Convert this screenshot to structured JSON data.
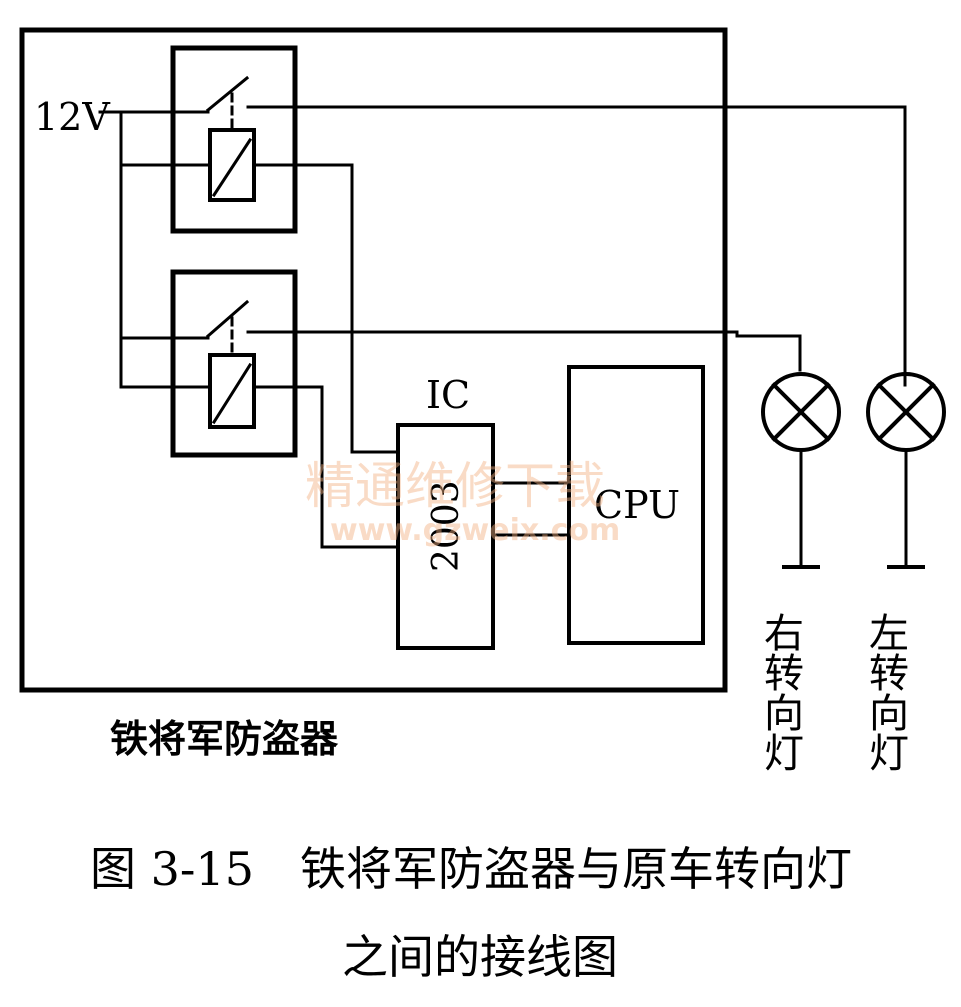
{
  "diagram": {
    "supply_label": "12V",
    "ic_label": "IC",
    "ic_chip_label": "2003",
    "cpu_label": "CPU",
    "device_label": "铁将军防盗器",
    "right_lamp_label": "右转向灯",
    "left_lamp_label": "左转向灯"
  },
  "caption": {
    "line1": "图 3-15　铁将军防盗器与原车转向灯",
    "line2": "之间的接线图"
  },
  "watermark": {
    "name": "精通维修下载",
    "url": "www.gzweix.com"
  }
}
